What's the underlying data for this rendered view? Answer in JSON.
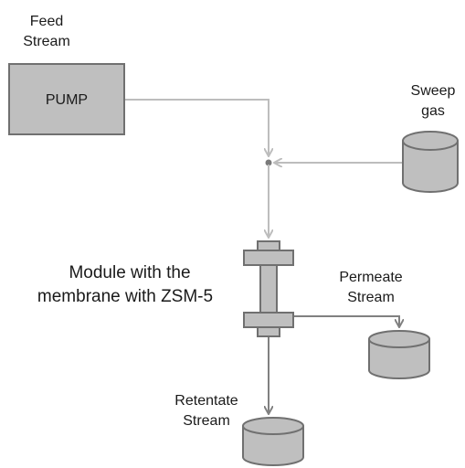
{
  "labels": {
    "feed_stream_line1": "Feed",
    "feed_stream_line2": "Stream",
    "pump": "PUMP",
    "sweep_gas_line1": "Sweep",
    "sweep_gas_line2": "gas",
    "module_line1": "Module with the",
    "module_line2": "membrane with ZSM-5",
    "permeate_line1": "Permeate",
    "permeate_line2": "Stream",
    "retentate_line1": "Retentate",
    "retentate_line2": "Stream"
  },
  "colors": {
    "feed_line": "#bdbdbd",
    "outlet_line": "#808080",
    "equipment_fill": "#bfbfbf",
    "equipment_stroke": "#707070",
    "junction": "#7a7a7a",
    "text": "#1a1a1a"
  }
}
